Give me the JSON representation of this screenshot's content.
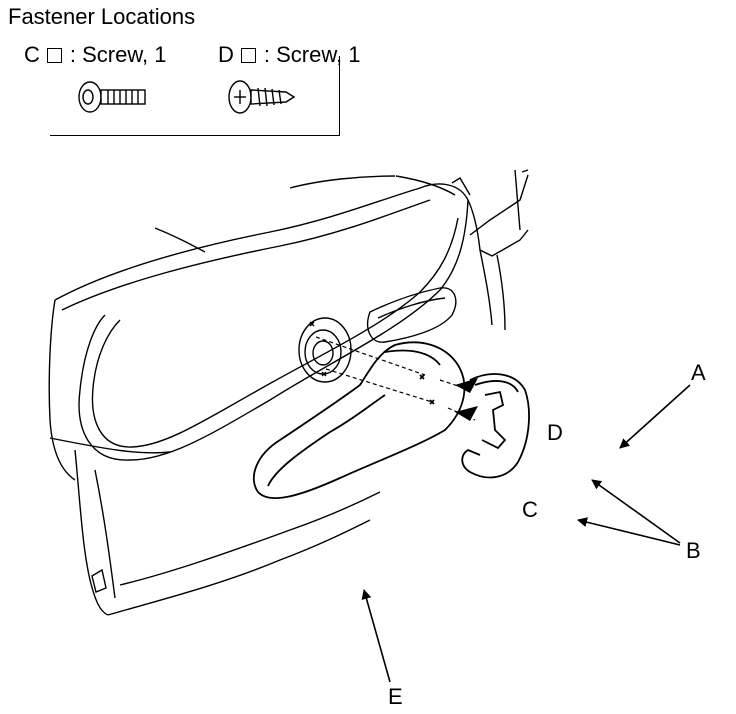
{
  "header": {
    "title": "Fastener Locations"
  },
  "legend": [
    {
      "letter": "C",
      "label": ": Screw, 1"
    },
    {
      "letter": "D",
      "label": ": Screw, 1"
    }
  ],
  "callouts": {
    "a": "A",
    "b": "B",
    "c": "C",
    "d": "D",
    "e": "E"
  }
}
